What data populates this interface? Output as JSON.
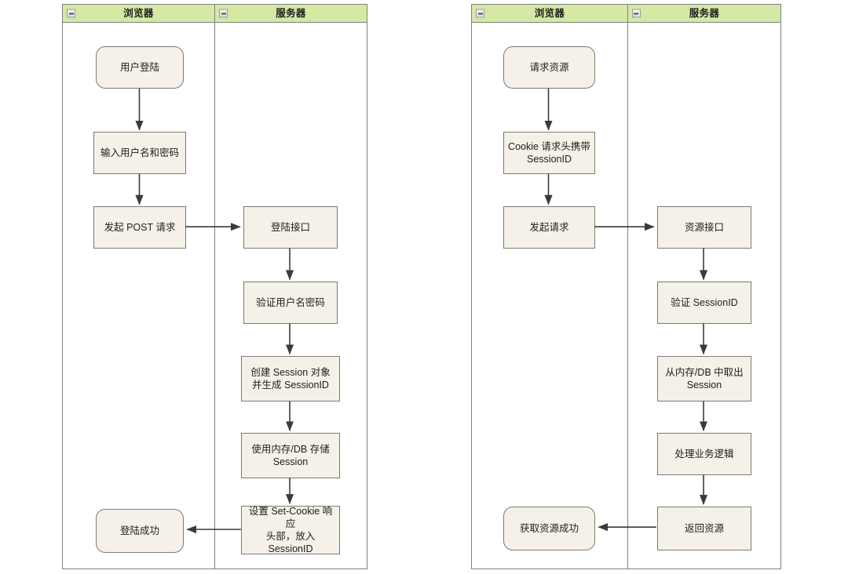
{
  "diagram": {
    "type": "swimlane-flowchart",
    "pools": [
      {
        "id": "login-flow",
        "lanes": [
          {
            "id": "browser",
            "title": "浏览器",
            "collapse_icon": "minus-square-icon",
            "nodes": [
              {
                "id": "l1",
                "label": "用户登陆",
                "shape": "rounded"
              },
              {
                "id": "l2",
                "label": "输入用户名和密码",
                "shape": "rect"
              },
              {
                "id": "l3",
                "label": "发起 POST 请求",
                "shape": "rect"
              },
              {
                "id": "l4",
                "label": "登陆成功",
                "shape": "rounded"
              }
            ]
          },
          {
            "id": "server",
            "title": "服务器",
            "collapse_icon": "minus-square-icon",
            "nodes": [
              {
                "id": "r1",
                "label": "登陆接口",
                "shape": "rect"
              },
              {
                "id": "r2",
                "label": "验证用户名密码",
                "shape": "rect"
              },
              {
                "id": "r3",
                "label": "创建 Session 对象\n并生成 SessionID",
                "shape": "rect"
              },
              {
                "id": "r4",
                "label": "使用内存/DB 存储\nSession",
                "shape": "rect"
              },
              {
                "id": "r5",
                "label": "设置 Set-Cookie 响应\n头部，放入\nSessionID",
                "shape": "rect"
              }
            ]
          }
        ],
        "edges": [
          {
            "from": "l1",
            "to": "l2",
            "direction": "down"
          },
          {
            "from": "l2",
            "to": "l3",
            "direction": "down"
          },
          {
            "from": "l3",
            "to": "r1",
            "direction": "right"
          },
          {
            "from": "r1",
            "to": "r2",
            "direction": "down"
          },
          {
            "from": "r2",
            "to": "r3",
            "direction": "down"
          },
          {
            "from": "r3",
            "to": "r4",
            "direction": "down"
          },
          {
            "from": "r4",
            "to": "r5",
            "direction": "down"
          },
          {
            "from": "r5",
            "to": "l4",
            "direction": "left"
          }
        ]
      },
      {
        "id": "resource-flow",
        "lanes": [
          {
            "id": "browser",
            "title": "浏览器",
            "collapse_icon": "minus-square-icon",
            "nodes": [
              {
                "id": "l1",
                "label": "请求资源",
                "shape": "rounded"
              },
              {
                "id": "l2",
                "label": "Cookie 请求头携带\nSessionID",
                "shape": "rect"
              },
              {
                "id": "l3",
                "label": "发起请求",
                "shape": "rect"
              },
              {
                "id": "l4",
                "label": "获取资源成功",
                "shape": "rounded"
              }
            ]
          },
          {
            "id": "server",
            "title": "服务器",
            "collapse_icon": "minus-square-icon",
            "nodes": [
              {
                "id": "r1",
                "label": "资源接口",
                "shape": "rect"
              },
              {
                "id": "r2",
                "label": "验证 SessionID",
                "shape": "rect"
              },
              {
                "id": "r3",
                "label": "从内存/DB 中取出\nSession",
                "shape": "rect"
              },
              {
                "id": "r4",
                "label": "处理业务逻辑",
                "shape": "rect"
              },
              {
                "id": "r5",
                "label": "返回资源",
                "shape": "rect"
              }
            ]
          }
        ],
        "edges": [
          {
            "from": "l1",
            "to": "l2",
            "direction": "down"
          },
          {
            "from": "l2",
            "to": "l3",
            "direction": "down"
          },
          {
            "from": "l3",
            "to": "r1",
            "direction": "right"
          },
          {
            "from": "r1",
            "to": "r2",
            "direction": "down"
          },
          {
            "from": "r2",
            "to": "r3",
            "direction": "down"
          },
          {
            "from": "r3",
            "to": "r4",
            "direction": "down"
          },
          {
            "from": "r4",
            "to": "r5",
            "direction": "down"
          },
          {
            "from": "r5",
            "to": "l4",
            "direction": "left"
          }
        ]
      }
    ],
    "colors": {
      "lane_header_fill": "#d5e8a4",
      "node_fill": "#f5f1e9",
      "node_stroke": "#7b7b72",
      "pool_stroke": "#808080",
      "edge_stroke": "#3a3a3a",
      "background": "#ffffff"
    }
  }
}
